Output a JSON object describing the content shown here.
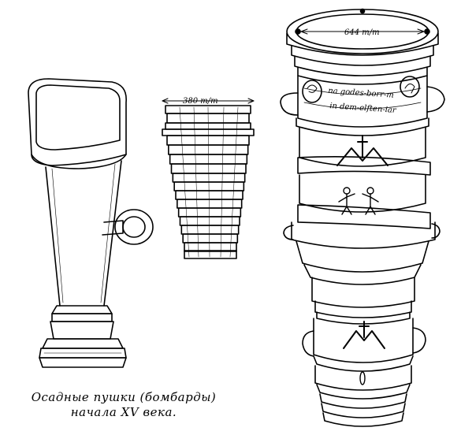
{
  "labels": {
    "small_dimension": "380 m/m",
    "large_dimension": "644 m/m",
    "inscription_line1": "na godes-borr-m",
    "inscription_line2": "in dem-elften-iar",
    "caption_line1": "Осадные пушки (бомбарды)",
    "caption_line2": "начала XV века."
  }
}
